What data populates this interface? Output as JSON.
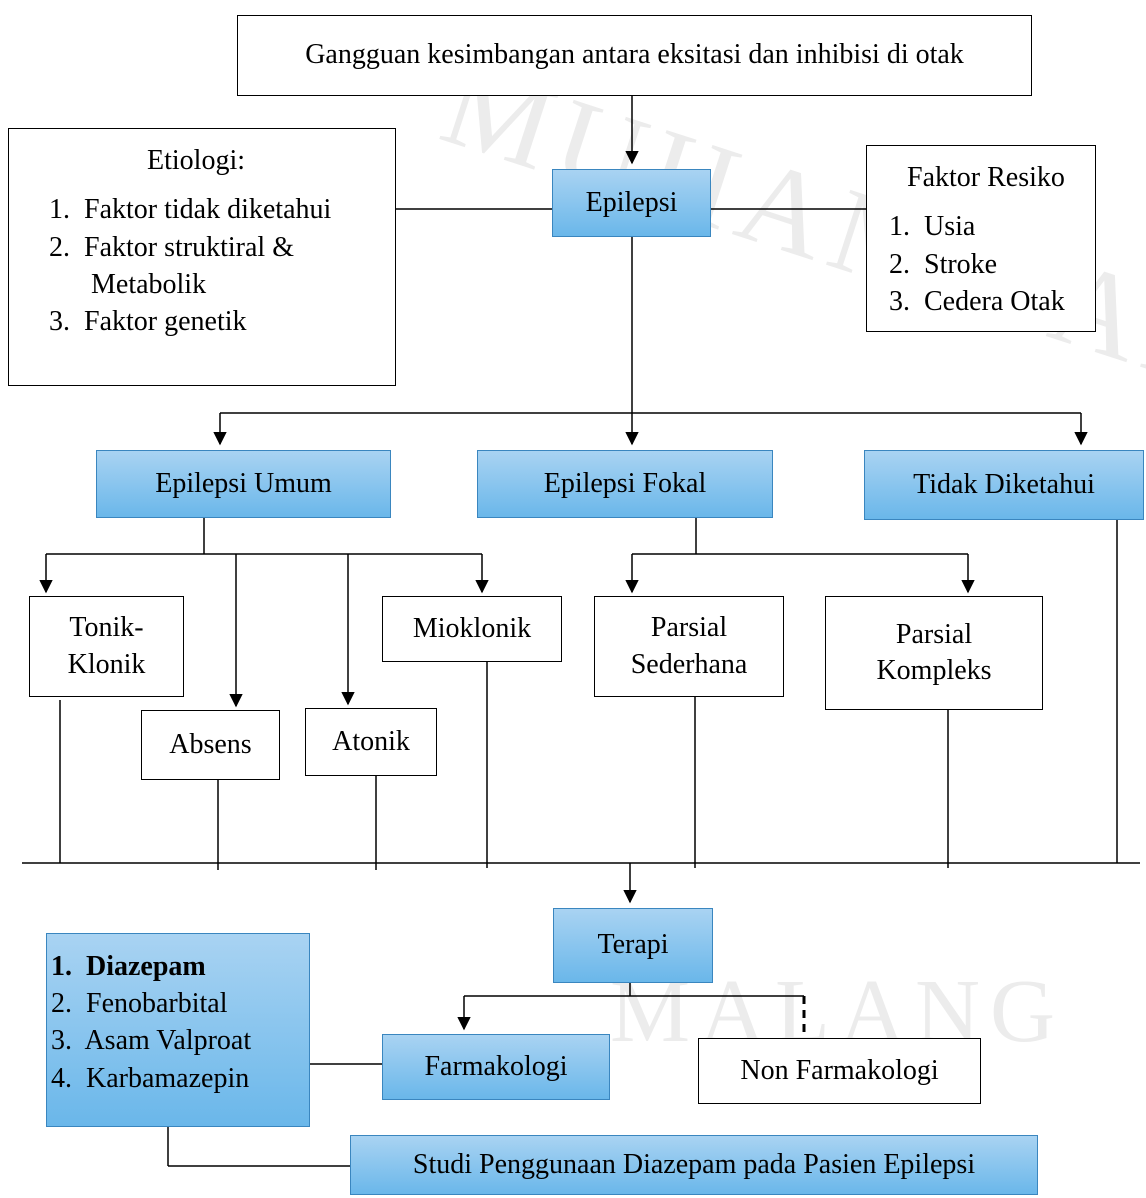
{
  "root": "Gangguan kesimbangan antara eksitasi dan inhibisi di otak",
  "center": "Epilepsi",
  "etiologi": {
    "title": "Etiologi:",
    "items": [
      "1.  Faktor tidak diketahui",
      "2.  Faktor struktiral &",
      "      Metabolik",
      "3.  Faktor genetik"
    ]
  },
  "faktor_resiko": {
    "title": "Faktor Resiko",
    "items": [
      "1.  Usia",
      "2.  Stroke",
      "3.  Cedera Otak"
    ]
  },
  "types": {
    "umum": "Epilepsi Umum",
    "fokal": "Epilepsi Fokal",
    "tidak": "Tidak Diketahui"
  },
  "subtypes": {
    "tonik_1": "Tonik-",
    "tonik_2": "Klonik",
    "absens": "Absens",
    "atonik": "Atonik",
    "mioklonik": "Mioklonik",
    "parsial_sederhana_1": "Parsial",
    "parsial_sederhana_2": "Sederhana",
    "parsial_kompleks_1": "Parsial",
    "parsial_kompleks_2": "Kompleks"
  },
  "terapi": "Terapi",
  "farmakologi": "Farmakologi",
  "non_farmakologi": "Non Farmakologi",
  "drugs": [
    "1.  Diazepam",
    "2.  Fenobarbital",
    "3.  Asam Valproat",
    "4.  Karbamazepin"
  ],
  "study": "Studi Penggunaan Diazepam pada Pasien Epilepsi",
  "watermark": [
    "MUHAMMADIYAH",
    "MALANG"
  ]
}
